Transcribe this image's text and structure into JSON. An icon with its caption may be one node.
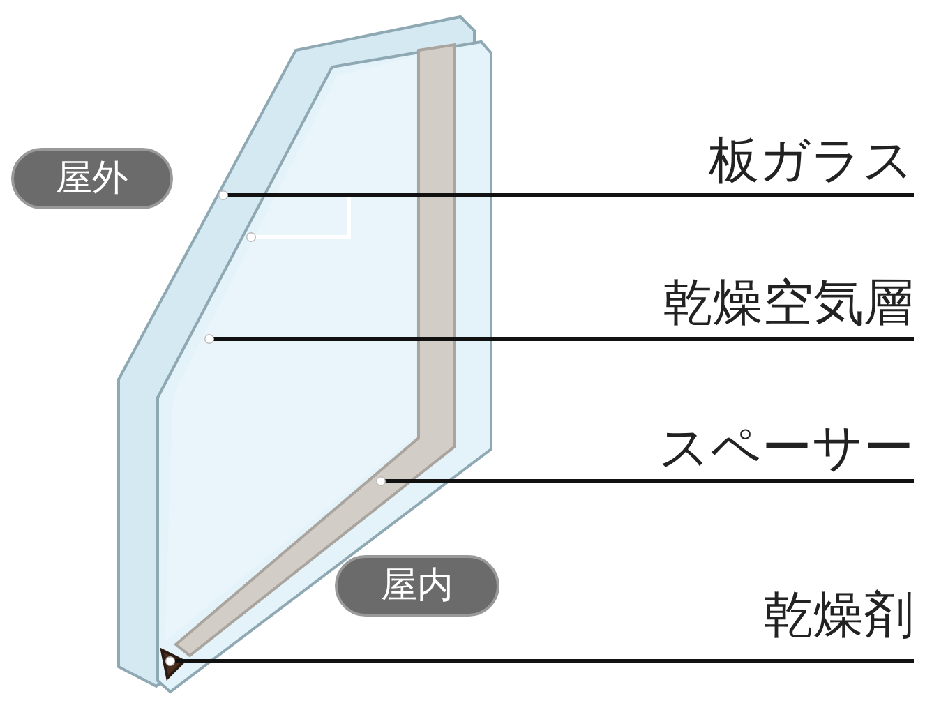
{
  "diagram": {
    "nodes": [
      {
        "text": [
          "屋外"
        ]
      },
      {
        "text": [
          "屋内"
        ]
      },
      {
        "text": [
          "板ガラス"
        ]
      },
      {
        "text": [
          "乾燥空気層"
        ]
      },
      {
        "text": [
          "スペーサー"
        ]
      },
      {
        "text": [
          "乾燥剤"
        ]
      },
      {
        "text": [],
        "shape": "picture"
      },
      {
        "text": [],
        "shape": "picture"
      },
      {
        "text": [],
        "shape": "picture",
        "in": 7
      },
      {
        "text": [],
        "shape": "picture",
        "in": 7
      },
      {
        "text": [],
        "shape": "picture",
        "in": 7
      }
    ],
    "edges": [
      {
        "from": 2,
        "to": 6,
        "arrow": "other"
      },
      {
        "from": 2,
        "to": 7,
        "arrow": "other",
        "color": "#ffffff"
      },
      {
        "from": 3,
        "to": 8,
        "arrow": "other"
      },
      {
        "from": 4,
        "to": 9,
        "arrow": "other"
      },
      {
        "from": 5,
        "to": 10,
        "arrow": "other"
      }
    ]
  }
}
